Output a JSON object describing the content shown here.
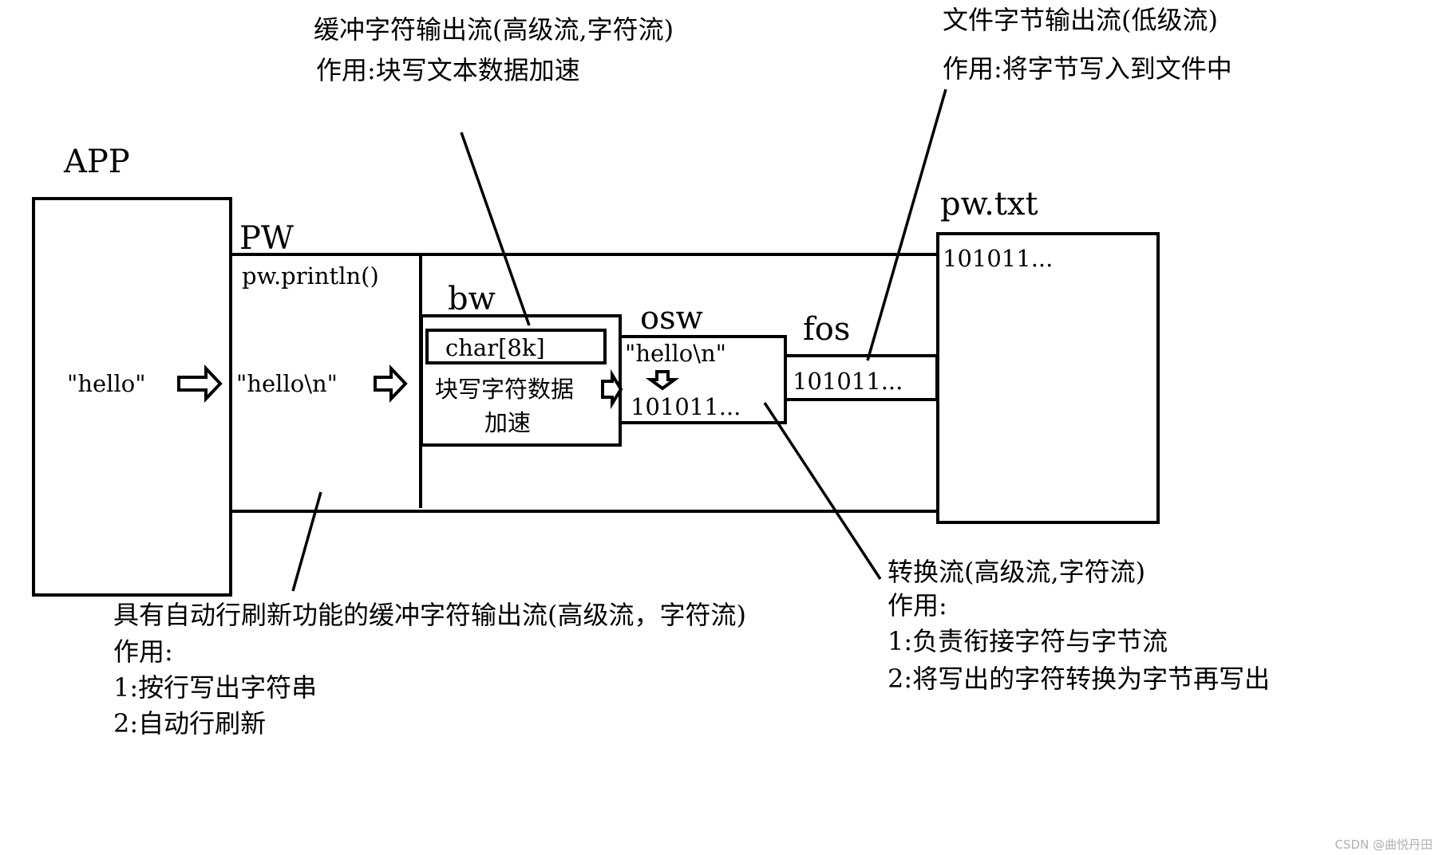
{
  "labels": {
    "app": "APP",
    "pw": "PW",
    "bw": "bw",
    "osw": "osw",
    "fos": "fos",
    "file": "pw.txt"
  },
  "app_content": "\"hello\"",
  "pw_method": "pw.println()",
  "pw_content": "\"hello\\n\"",
  "bw_array": "char[8k]",
  "bw_desc_line1": "块写字符数据",
  "bw_desc_line2": "加速",
  "osw_content": "\"hello\\n\"",
  "osw_bytes": "101011...",
  "fos_bytes": "101011...",
  "file_bytes": "101011...",
  "annotations": {
    "bw": [
      "缓冲字符输出流(高级流,字符流)",
      "作用:块写文本数据加速"
    ],
    "fos": [
      "文件字节输出流(低级流)",
      "作用:将字节写入到文件中"
    ],
    "pw": [
      "具有自动行刷新功能的缓冲字符输出流(高级流，字符流)",
      "作用:",
      "1:按行写出字符串",
      "2:自动行刷新"
    ],
    "osw": [
      "转换流(高级流,字符流)",
      "作用:",
      "1:负责衔接字符与字节流",
      "2:将写出的字符转换为字节再写出"
    ]
  },
  "watermark": "CSDN @曲悦丹田"
}
